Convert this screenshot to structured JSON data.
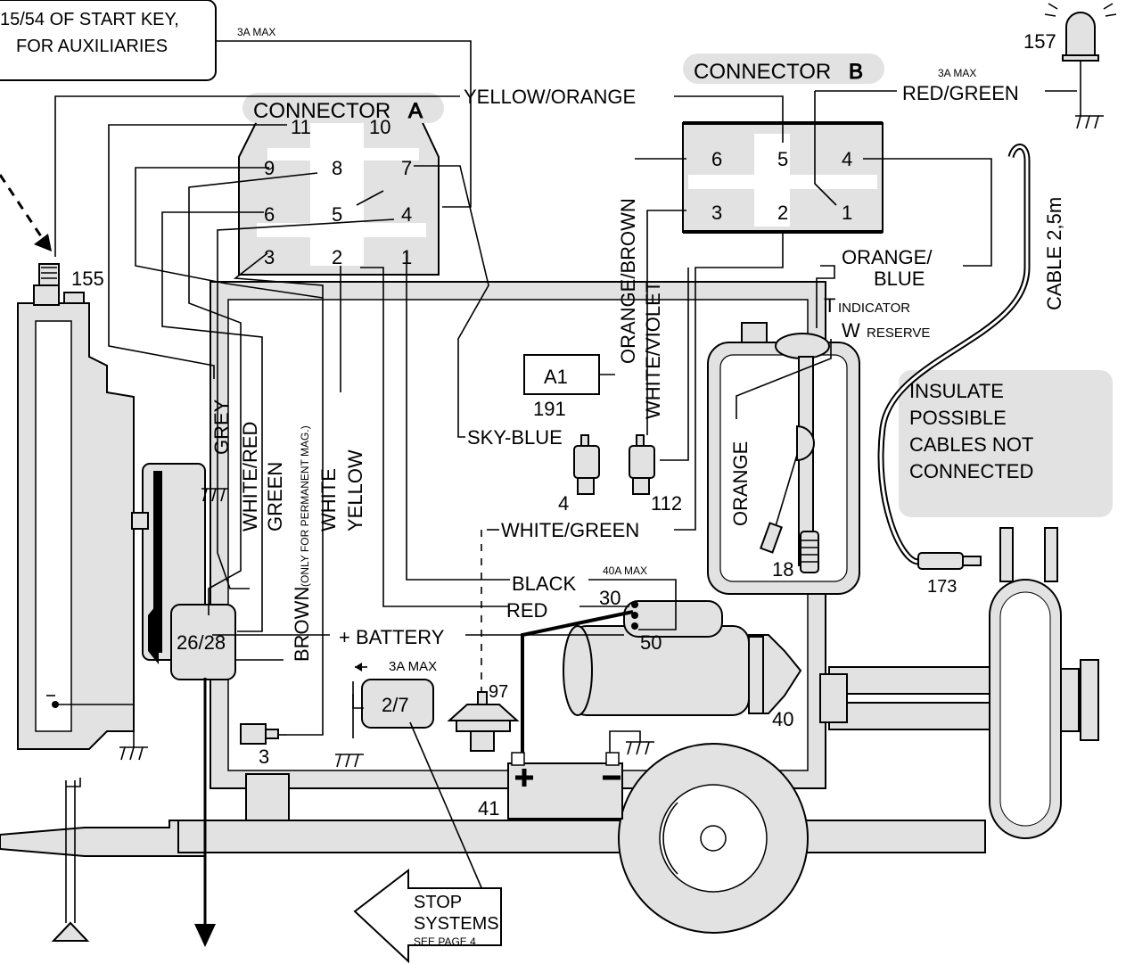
{
  "notes": {
    "key_line1": "15/54 OF START KEY,",
    "key_line2": "FOR AUXILIARIES",
    "key_max": "3A MAX",
    "insulate": [
      "INSULATE",
      "POSSIBLE",
      "CABLES NOT",
      "CONNECTED"
    ],
    "stop": [
      "STOP",
      "SYSTEMS"
    ],
    "stop_see": "SEE PAGE 4",
    "cable_length": "CABLE 2,5m"
  },
  "connectors": {
    "a_title": "CONNECTOR",
    "a_letter": "A",
    "b_title": "CONNECTOR",
    "b_letter": "B",
    "a_pins": [
      "11",
      "10",
      "9",
      "8",
      "7",
      "6",
      "5",
      "4",
      "3",
      "2",
      "1"
    ],
    "b_pins": [
      "6",
      "5",
      "4",
      "3",
      "2",
      "1"
    ]
  },
  "wires": {
    "yellow_orange": "YELLOW/ORANGE",
    "red_green": "RED/GREEN",
    "red_green_max": "3A MAX",
    "orange_brown": "ORANGE/BROWN",
    "white_violet": "WHITE/VIOLET",
    "orange_blue_1": "ORANGE/",
    "orange_blue_2": "BLUE",
    "indicator_t": "T",
    "indicator": "INDICATOR",
    "reserve_w": "W",
    "reserve": "RESERVE",
    "sky_blue": "SKY-BLUE",
    "white_green": "WHITE/GREEN",
    "orange": "ORANGE",
    "grey": "GREY",
    "white_red": "WHITE/RED",
    "green": "GREEN",
    "brown": "BROWN",
    "brown_note": "(ONLY FOR PERMANENT MAG.)",
    "white": "WHITE",
    "yellow": "YELLOW",
    "black": "BLACK",
    "black_max": "40A MAX",
    "red": "RED",
    "battery": "+ BATTERY",
    "relay_max": "3A MAX"
  },
  "components": {
    "c157": "157",
    "c155": "155",
    "a1": "A1",
    "c191": "191",
    "c4": "4",
    "c112": "112",
    "c18": "18",
    "c173": "173",
    "c26_28": "26/28",
    "c2_7": "2/7",
    "c97": "97",
    "c3": "3",
    "c30": "30",
    "c50": "50",
    "c40": "40",
    "c41": "41"
  }
}
